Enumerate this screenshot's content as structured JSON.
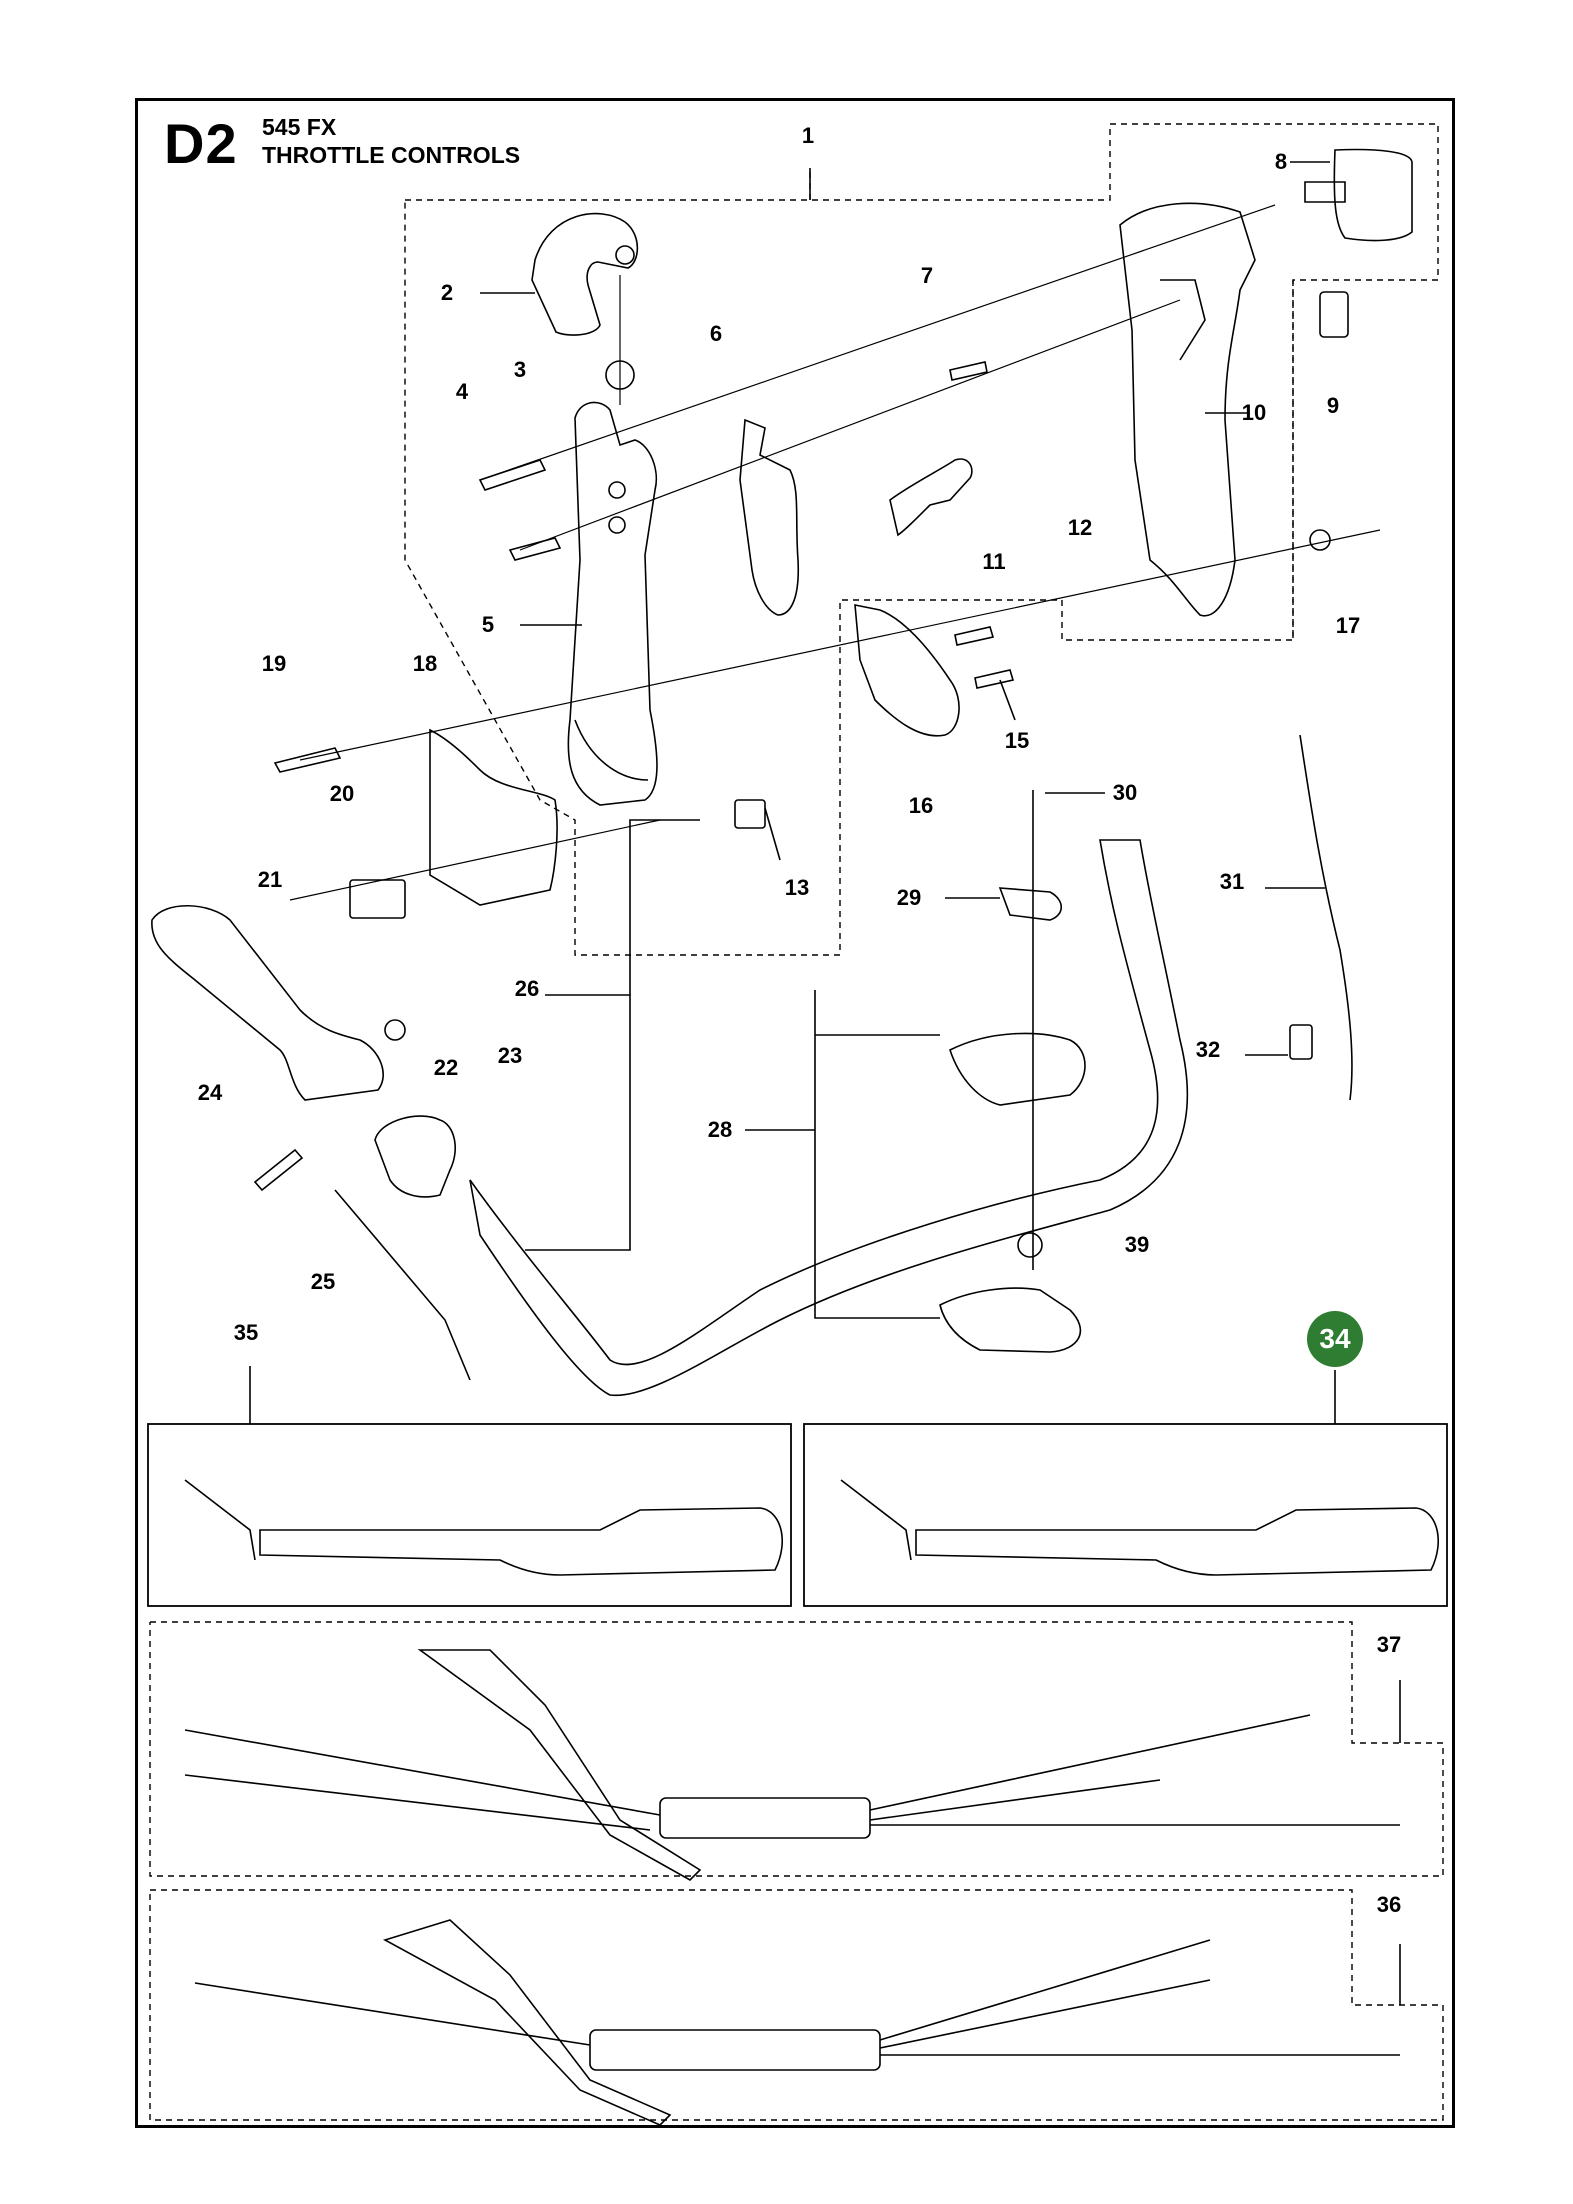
{
  "header": {
    "section_code": "D2",
    "model": "545 FX",
    "title": "THROTTLE CONTROLS"
  },
  "badge": {
    "label": "34",
    "color": "#2e7d32"
  },
  "callouts": [
    "1",
    "2",
    "3",
    "4",
    "5",
    "6",
    "7",
    "8",
    "9",
    "10",
    "11",
    "12",
    "13",
    "15",
    "16",
    "17",
    "19",
    "18",
    "20",
    "21",
    "22",
    "23",
    "24",
    "25",
    "26",
    "28",
    "29",
    "30",
    "31",
    "32",
    "35",
    "37",
    "36",
    "39"
  ],
  "callout_names": [
    "1",
    "2",
    "3",
    "4",
    "5",
    "6",
    "7",
    "8",
    "9",
    "10",
    "11",
    "12",
    "13",
    "15",
    "16",
    "17",
    "19",
    "18",
    "20",
    "21",
    "22",
    "23",
    "24",
    "25",
    "26",
    "28",
    "29",
    "30",
    "31",
    "32",
    "35",
    "37",
    "36",
    "39"
  ]
}
